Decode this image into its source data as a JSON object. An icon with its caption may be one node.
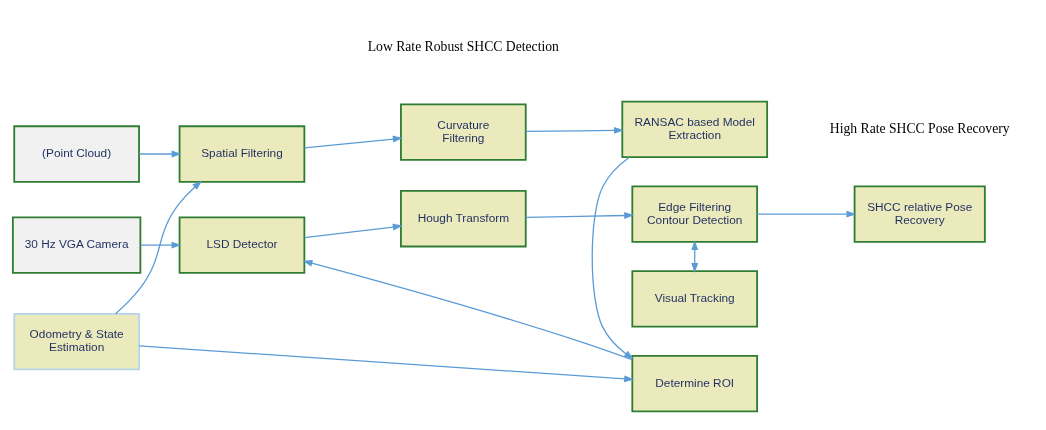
{
  "diagram": {
    "nodes": [
      {
        "text": [
          "(Point Cloud)"
        ]
      },
      {
        "text": [
          "Spatial Filtering"
        ]
      },
      {
        "text": [
          "Curvature Filtering"
        ]
      },
      {
        "text": [
          "RANSAC based Model Extraction"
        ]
      },
      {
        "text": [
          "Odometry & State Estimation"
        ]
      },
      {
        "text": [
          "Determine ROI"
        ]
      },
      {
        "text": [
          "30 Hz VGA Camera"
        ]
      },
      {
        "text": [
          "LSD Detector"
        ]
      },
      {
        "text": [
          "Hough Transform"
        ]
      },
      {
        "text": [
          "Edge Filtering Contour Detection"
        ]
      },
      {
        "text": [
          "SHCC relative Pose Recovery"
        ]
      },
      {
        "text": [
          "Visual Tracking"
        ]
      }
    ],
    "edges": [
      {
        "from": 0,
        "to": 1,
        "arrow": "to"
      },
      {
        "from": 1,
        "to": 2,
        "arrow": "to"
      },
      {
        "from": 2,
        "to": 3,
        "arrow": "to"
      },
      {
        "from": 3,
        "to": 5,
        "arrow": "to"
      },
      {
        "from": 4,
        "to": 1,
        "arrow": "to"
      },
      {
        "from": 4,
        "to": 5,
        "arrow": "to"
      },
      {
        "from": 5,
        "to": 7,
        "arrow": "to"
      },
      {
        "from": 6,
        "to": 7,
        "arrow": "to"
      },
      {
        "from": 7,
        "to": 8,
        "arrow": "to"
      },
      {
        "from": 8,
        "to": 9,
        "arrow": "to"
      },
      {
        "from": 9,
        "to": 10,
        "arrow": "to"
      },
      {
        "from": 9,
        "to": 11,
        "arrow": "both"
      }
    ],
    "labels": [
      "Low Rate Robust SHCC Detection",
      "High Rate SHCC Pose Recovery"
    ]
  }
}
